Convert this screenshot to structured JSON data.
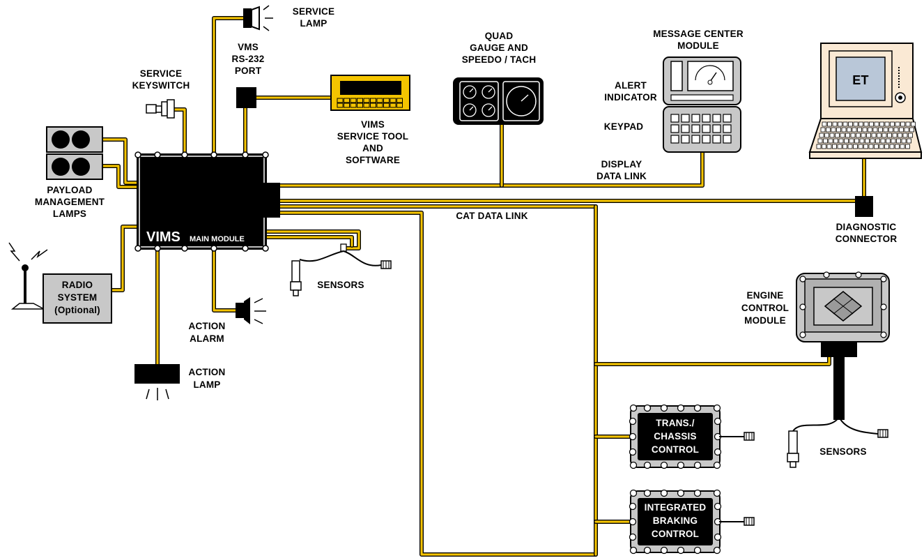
{
  "labels": {
    "service_lamp": [
      "SERVICE",
      "LAMP"
    ],
    "vms_port": [
      "VMS",
      "RS-232",
      "PORT"
    ],
    "service_keyswitch": [
      "SERVICE",
      "KEYSWITCH"
    ],
    "quad_gauge": [
      "QUAD",
      "GAUGE AND",
      "SPEEDO / TACH"
    ],
    "message_center": [
      "MESSAGE CENTER",
      "MODULE"
    ],
    "alert_indicator": [
      "ALERT",
      "INDICATOR"
    ],
    "keypad": "KEYPAD",
    "et": "ET",
    "vims_tool": [
      "VIMS",
      "SERVICE TOOL",
      "AND",
      "SOFTWARE"
    ],
    "display_data_link": [
      "DISPLAY",
      "DATA LINK"
    ],
    "payload_lamps": [
      "PAYLOAD",
      "MANAGEMENT",
      "LAMPS"
    ],
    "cat_data_link": "CAT DATA LINK",
    "diagnostic_connector": [
      "DIAGNOSTIC",
      "CONNECTOR"
    ],
    "vims_main_big": "VIMS",
    "vims_main_small": "MAIN MODULE",
    "radio_system": [
      "RADIO",
      "SYSTEM",
      "(Optional)"
    ],
    "sensors_left": "SENSORS",
    "engine_control": [
      "ENGINE",
      "CONTROL",
      "MODULE"
    ],
    "action_alarm": [
      "ACTION",
      "ALARM"
    ],
    "action_lamp": [
      "ACTION",
      "LAMP"
    ],
    "trans_chassis": [
      "TRANS./",
      "CHASSIS",
      "CONTROL"
    ],
    "sensors_right": "SENSORS",
    "integrated_braking": [
      "INTEGRATED",
      "BRAKING",
      "CONTROL"
    ]
  },
  "colors": {
    "wire": "#f4c400",
    "component_gray": "#c8c8c8",
    "module_black": "#000000"
  }
}
